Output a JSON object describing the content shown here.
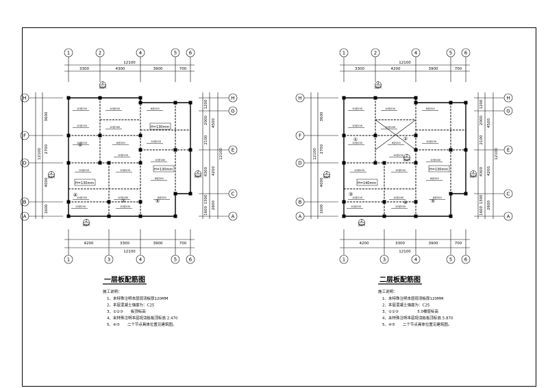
{
  "plans": [
    {
      "title": "一层板配筋图",
      "notes": {
        "heading": "施工说明：",
        "lines": [
          "1、未特殊注明本层现浇板厚120MM",
          "2、本层混凝土强度为：C25",
          "3、①②③　　板顶标高",
          "4、未特殊注明本层现浇板板顶标高 2.470",
          "5、④⑤　　二个节点具体位置见建筑图。"
        ]
      },
      "top_axes": [
        "1",
        "2",
        "4",
        "5",
        "6"
      ],
      "bottom_axes": [
        "1",
        "3",
        "4",
        "5",
        "6"
      ],
      "left_axes": [
        "H",
        "F",
        "D",
        "B",
        "A"
      ],
      "right_axes": [
        "H",
        "G",
        "E",
        "C",
        "A"
      ],
      "top_dims": [
        "3300",
        "4300",
        "3900",
        "700"
      ],
      "top_total": "12100",
      "bottom_dims": [
        "4200",
        "3300",
        "3900",
        "700"
      ],
      "bottom_total": "12100",
      "left_dims": [
        "3600",
        "2700",
        "4000",
        "1600"
      ],
      "left_total": "12100",
      "right_dims": [
        "1200",
        "2000",
        "2100",
        "4300",
        "1300",
        "1600"
      ],
      "right_mid": [
        "4500",
        "4200",
        "2600"
      ],
      "right_total": "12100",
      "h_labels": [
        "H=130mm",
        "H=130mm",
        "H=130mm"
      ],
      "rebar": [
        "10@250",
        "10@200",
        "8@200",
        "10@150",
        "10@180"
      ],
      "region_marks": [
        "①",
        "②",
        "④",
        "⑤"
      ],
      "detail_tags": [
        "2",
        "2",
        "2",
        "2",
        "2"
      ],
      "detail_sub": "剖面号"
    },
    {
      "title": "二层板配筋图",
      "notes": {
        "heading": "施工说明：",
        "lines": [
          "1、未特殊注明本层现浇板厚120MM",
          "2、本层混凝土强度为：C25",
          "3、①②③　　　　　5.0楼层标高",
          "4、未特殊注明本层现浇板板顶标高 5.870",
          "5、④⑤　　二个节点具体位置见建筑图。"
        ]
      },
      "top_axes": [
        "1",
        "2",
        "4",
        "5",
        "6"
      ],
      "bottom_axes": [
        "1",
        "3",
        "4",
        "5",
        "6"
      ],
      "left_axes": [
        "H",
        "F",
        "D",
        "B",
        "A"
      ],
      "right_axes": [
        "H",
        "G",
        "E",
        "C",
        "A"
      ],
      "top_dims": [
        "3300",
        "4200",
        "3900",
        "700"
      ],
      "top_total": "12100",
      "bottom_dims": [
        "4200",
        "3300",
        "3900",
        "700"
      ],
      "bottom_total": "12100",
      "left_dims": [
        "3600",
        "2700",
        "4000",
        "1600"
      ],
      "left_total": "12100",
      "right_dims": [
        "1200",
        "2000",
        "2100",
        "4300",
        "1300",
        "1600"
      ],
      "right_mid": [
        "4500",
        "4200",
        "2600"
      ],
      "right_total": "12100",
      "h_labels": [
        "H=130mm",
        "H=140mm"
      ],
      "rebar": [
        "10@250",
        "10@200",
        "8@200",
        "10@150",
        "10@180"
      ],
      "region_marks": [
        "①",
        "②",
        "③",
        "④",
        "⑤"
      ],
      "detail_tags": [
        "2",
        "2",
        "2",
        "2",
        "2"
      ],
      "detail_sub": "剖面号"
    }
  ]
}
